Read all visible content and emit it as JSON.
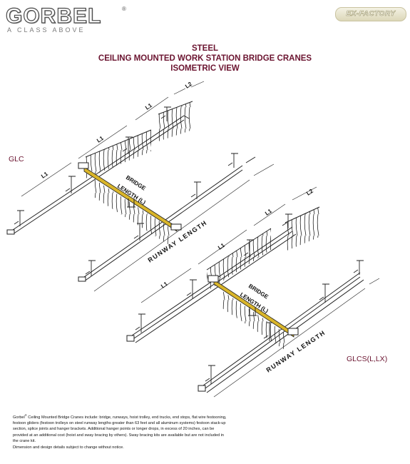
{
  "brand": {
    "logo_text": "GORBEL",
    "registered_mark": "®",
    "tagline": "A CLASS ABOVE",
    "badge_text": "EX-FACTORY"
  },
  "heading": {
    "line1": "STEEL",
    "line2": "CEILING MOUNTED WORK STATION BRIDGE CRANES",
    "line3": "ISOMETRIC VIEW"
  },
  "models": {
    "top": "GLC",
    "bottom": "GLCS(L,LX)"
  },
  "dimensions": {
    "runway_length": "RUNWAY LENGTH",
    "bridge": "BRIDGE",
    "bridge_length": "LENGTH (L)",
    "l1": "L1",
    "l2": "L2"
  },
  "notes": {
    "p1_brand": "Gorbel",
    "p1_mark": "®",
    "p1_text": " Ceiling Mounted Bridge Cranes include: bridge, runways, hoist trolley, end trucks, end stops, flat wire festooning, festoon gliders (festoon trolleys on steel runway lengths greater than 63 feet and all aluminum systems) festoon stack-up section, splice joints and hanger brackets. Additional hanger points or longer drops, in excess of 20 inches, can be provided at an additional cost (hoist and sway bracing by others). Sway bracing kits are available but are not included in the crane kit.",
    "p2": "Dimension and design details subject to change without notice."
  },
  "colors": {
    "brand_maroon": "#6b1430",
    "bridge_yellow": "#d9b52a",
    "line": "#222222"
  }
}
